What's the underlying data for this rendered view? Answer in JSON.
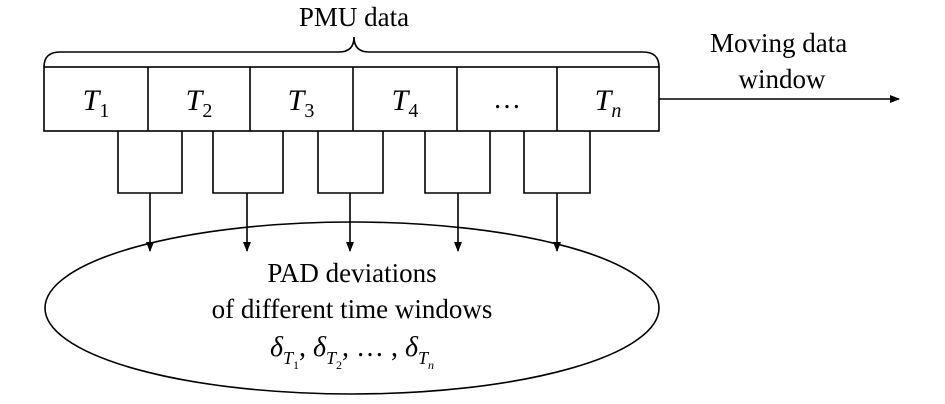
{
  "title": "PMU data",
  "moving_window": {
    "line1": "Moving data",
    "line2": "window"
  },
  "cells": [
    {
      "main": "T",
      "sub": "1"
    },
    {
      "main": "T",
      "sub": "2"
    },
    {
      "main": "T",
      "sub": "3"
    },
    {
      "main": "T",
      "sub": "4"
    },
    {
      "main": "…",
      "sub": ""
    },
    {
      "main": "T",
      "sub": "n"
    }
  ],
  "ellipse": {
    "line1": "PAD deviations",
    "line2": "of different time windows",
    "formula": [
      {
        "main": "δ",
        "sub": "T",
        "subsub": "1",
        "sep": ","
      },
      {
        "main": "δ",
        "sub": "T",
        "subsub": "2",
        "sep": ","
      },
      {
        "main": "…",
        "sub": "",
        "subsub": "",
        "sep": " ,"
      },
      {
        "main": "δ",
        "sub": "T",
        "subsub": "n",
        "sep": ""
      }
    ]
  }
}
